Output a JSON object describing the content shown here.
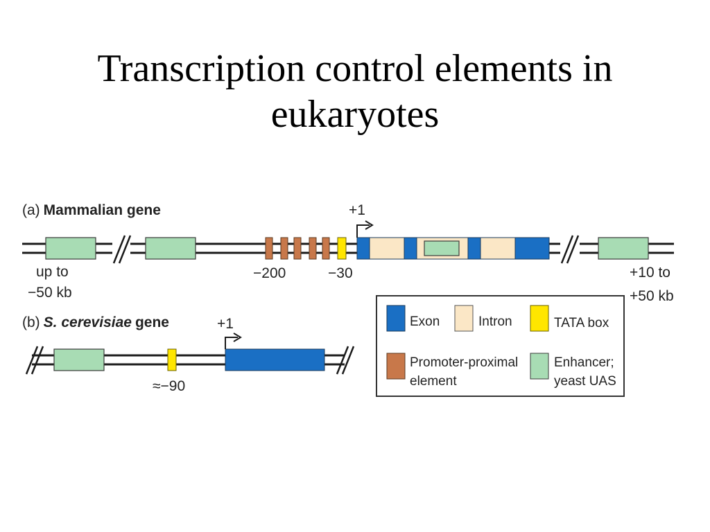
{
  "slide": {
    "title_line1": "Transcription control elements in",
    "title_line2": "eukaryotes"
  },
  "panel_a": {
    "prefix": "(a)",
    "name": "Mammalian gene",
    "tss_label": "+1",
    "pos_minus200": "−200",
    "pos_minus30": "−30",
    "left_enhancer_line1": "up to",
    "left_enhancer_line2": "−50 kb",
    "right_enhancer_line1": "+10 to",
    "right_enhancer_line2": "+50 kb"
  },
  "panel_b": {
    "prefix": "(b)",
    "name_italic": "S. cerevisiae",
    "name_rest": "gene",
    "tss_label": "+1",
    "pos_tata": "≈−90"
  },
  "legend": {
    "exon": "Exon",
    "intron": "Intron",
    "tata": "TATA box",
    "promoter_line1": "Promoter-proximal",
    "promoter_line2": "element",
    "enhancer_line1": "Enhancer;",
    "enhancer_line2": "yeast UAS"
  },
  "colors": {
    "exon": "#1a6fc4",
    "intron": "#fbe7c6",
    "tata": "#ffe600",
    "promoter": "#c8784a",
    "enhancer": "#a8dcb4",
    "dna": "#1a1a1a"
  }
}
